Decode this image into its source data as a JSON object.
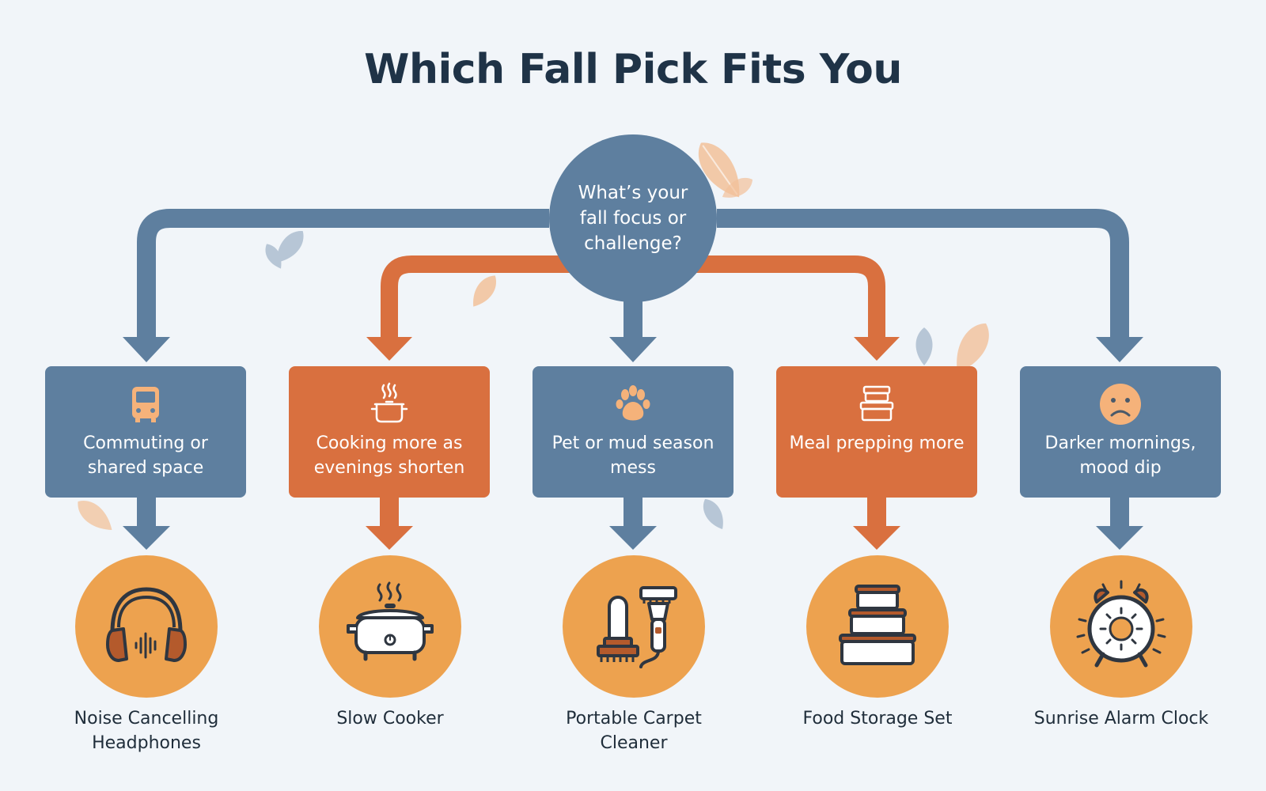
{
  "title": "Which Fall Pick Fits You",
  "question": "What’s your fall focus or challenge?",
  "colors": {
    "background": "#f1f5f9",
    "slate": "#5e7f9f",
    "rust": "#d9703f",
    "product_circle": "#eda24f",
    "icon_stroke": "#2f3640",
    "leaf_orange": "#f2c19a",
    "leaf_blue": "#b7c6d6"
  },
  "options": [
    {
      "label": "Commuting or shared space",
      "color": "slate",
      "icon": "bus-icon"
    },
    {
      "label": "Cooking more as evenings shorten",
      "color": "rust",
      "icon": "cooking-pot-icon"
    },
    {
      "label": "Pet or mud season mess",
      "color": "slate",
      "icon": "paw-icon"
    },
    {
      "label": "Meal prepping more",
      "color": "rust",
      "icon": "food-container-icon"
    },
    {
      "label": "Darker mornings, mood dip",
      "color": "slate",
      "icon": "sad-face-icon"
    }
  ],
  "products": [
    {
      "label": "Noise Cancelling Headphones",
      "icon": "headphones-icon"
    },
    {
      "label": "Slow Cooker",
      "icon": "slow-cooker-icon"
    },
    {
      "label": "Portable Carpet Cleaner",
      "icon": "carpet-cleaner-icon"
    },
    {
      "label": "Food Storage Set",
      "icon": "food-storage-icon"
    },
    {
      "label": "Sunrise Alarm Clock",
      "icon": "alarm-clock-icon"
    }
  ]
}
